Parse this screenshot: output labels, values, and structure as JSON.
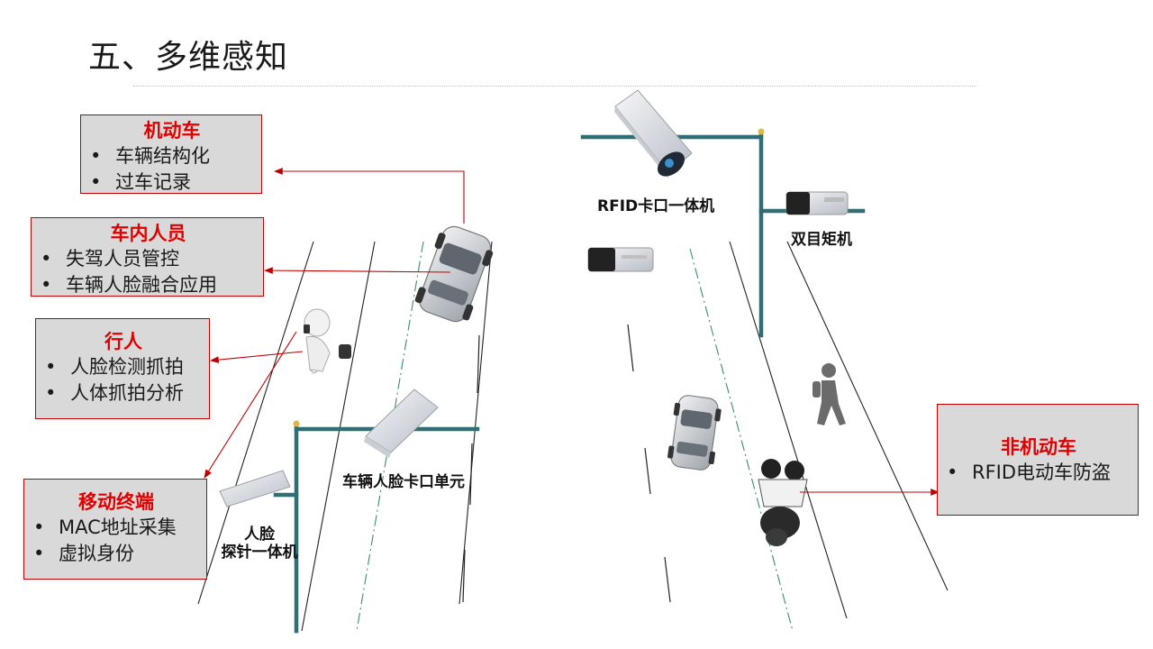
{
  "title": "五、多维感知",
  "boxes": {
    "motor_vehicle": {
      "title": "机动车",
      "items": [
        "车辆结构化",
        "过车记录"
      ]
    },
    "occupants": {
      "title": "车内人员",
      "items": [
        "失驾人员管控",
        "车辆人脸融合应用"
      ]
    },
    "pedestrian": {
      "title": "行人",
      "items": [
        "人脸检测抓拍",
        "人体抓拍分析"
      ]
    },
    "mobile": {
      "title": "移动终端",
      "items": [
        "MAC地址采集",
        "虚拟身份"
      ]
    },
    "non_motor": {
      "title": "非机动车",
      "items": [
        "RFID电动车防盗"
      ]
    }
  },
  "labels": {
    "rfid_unit": "RFID卡口一体机",
    "binocular": "双目矩机",
    "vehicle_face_unit": "车辆人脸卡口单元",
    "face_probe_line1": "人脸",
    "face_probe_line2": "探针一体机"
  },
  "colors": {
    "accent_red": "#c00000",
    "title_red": "#e00000",
    "box_fill": "#d9d9d9",
    "pole": "#2f6f73",
    "lane_dash": "#3a8a7a"
  },
  "icons": [
    "camera-icon",
    "car-icon",
    "walking-person-icon",
    "motorcycle-icon",
    "phone-person-icon"
  ]
}
